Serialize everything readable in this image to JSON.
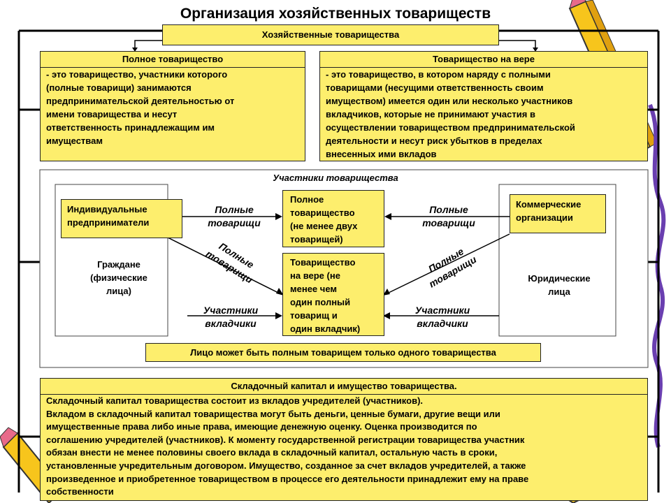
{
  "title": "Организация хозяйственных товариществ",
  "top_box": "Хозяйственные товарищества",
  "full_partnership": {
    "heading": "Полное товарищество",
    "definition": "- это товарищество, участники которого\n(полные товарищи) занимаются\nпредпринимательской деятельностью от\nимени товарищества и несут\nответственность принадлежащим им\nимуществам"
  },
  "limited_partnership": {
    "heading": "Товарищество на вере",
    "definition": "- это товарищество, в котором наряду с полными\nтоварищами (несущими ответственность своим\nимуществом) имеется один или несколько участников\nвкладчиков, которые не принимают участия в\nосуществлении товариществом предпринимательской\nдеятельности и несут риск убытков в пределах\nвнесенных ими вкладов"
  },
  "participants": {
    "heading": "Участники товарищества",
    "individual_entrepreneurs": "Индивидуальные\nпредприниматели",
    "citizens": "Граждане\n(физические\nлица)",
    "commercial_orgs": "Коммерческие\nорганизации",
    "legal_entities": "Юридические\nлица",
    "full_partnership_box": "Полное\nтоварищество\n(не менее двух\nтоварищей)",
    "limited_partnership_box": "Товарищество\nна вере (не\nменее чем\nодин полный\nтоварищ и\nодин вкладчик)",
    "label_full_partners_left": "Полные\nтоварищи",
    "label_full_partners_right": "Полные\nтоварищи",
    "label_full_partners_diag_left": "Полные\nтоварищи",
    "label_full_partners_diag_right": "Полные\nтоварищи",
    "label_contributors_left": "Участники\nвкладчики",
    "label_contributors_right": "Участники\nвкладчики",
    "note": "Лицо может быть полным товарищем только одного товарищества"
  },
  "capital": {
    "heading": "Складочный капитал и имущество товарищества.",
    "text": "Складочный капитал товарищества состоит из вкладов учредителей (участников).\nВкладом в складочный капитал товарищества могут быть деньги, ценные бумаги, другие вещи или\nимущественные права либо иные права, имеющие денежную оценку. Оценка производится по\nсоглашению учредителей (участников). К моменту государственной регистрации товарищества участник\nобязан внести не менее половины своего вклада в складочный капитал, остальную часть в сроки,\nустановленные учредительным договором. Имущество, созданное за счет вкладов учредителей, а также\nпроизведенное и приобретенное товариществом в процессе его деятельности принадлежит ему на праве\nсобственности"
  },
  "colors": {
    "box_fill": "#fdee6d",
    "line": "#000000",
    "pencil_yellow": "#f7c51c",
    "pencil_purple": "#6a3fb0"
  }
}
